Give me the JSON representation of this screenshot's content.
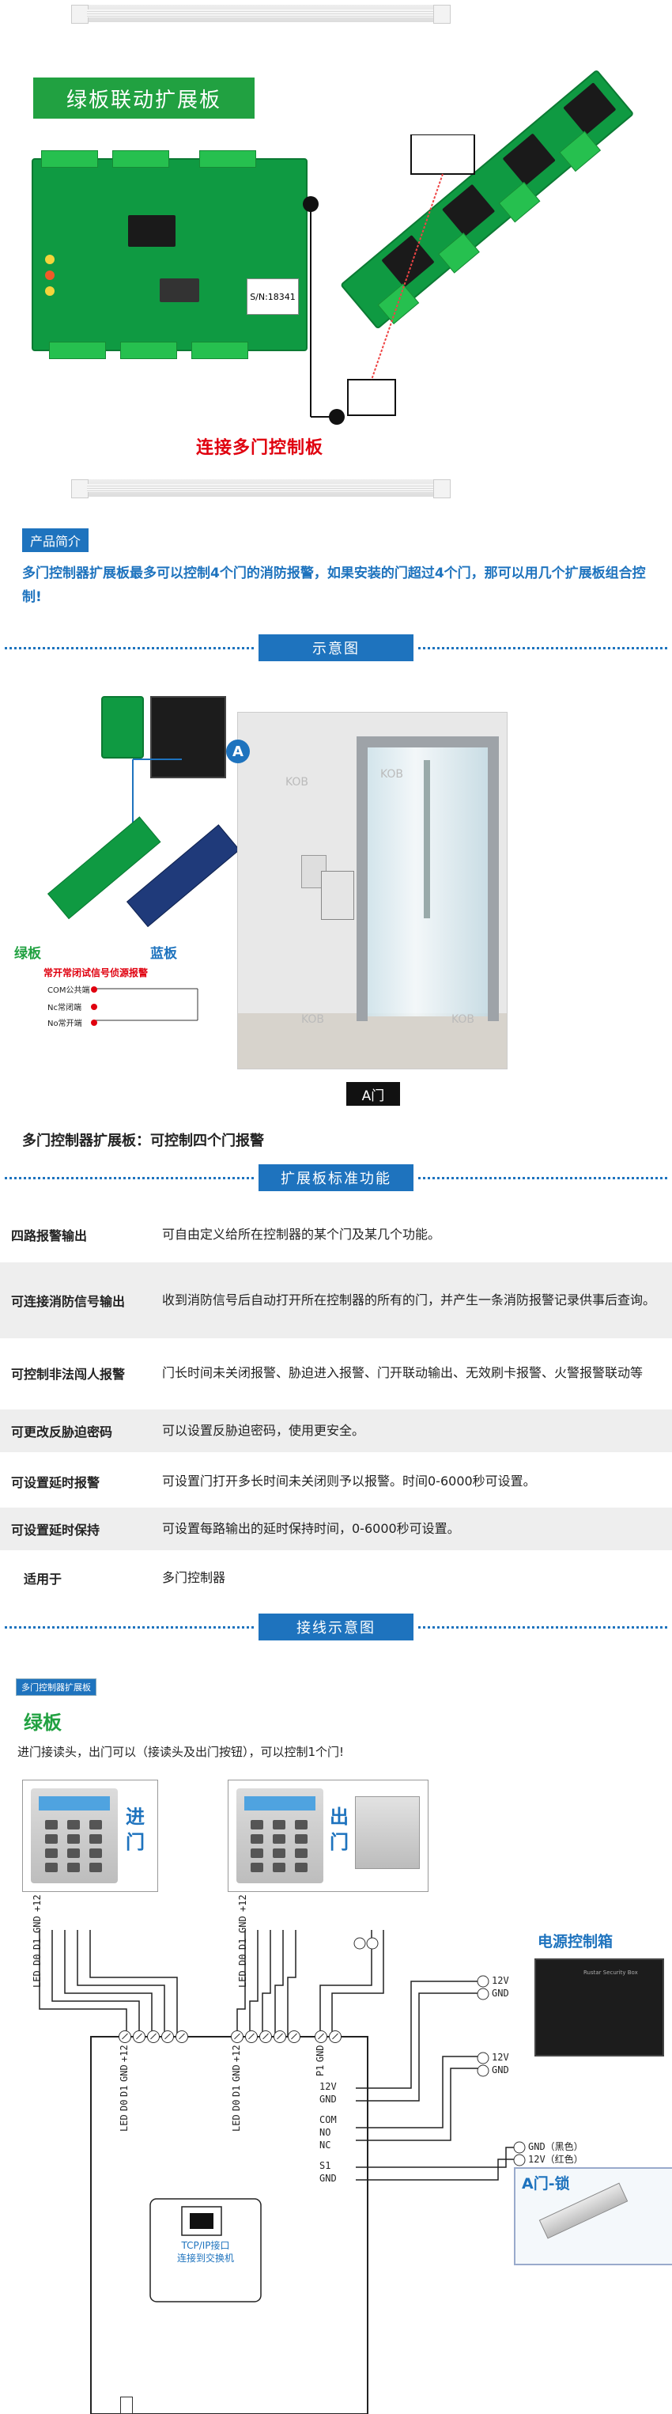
{
  "top_section": {
    "title": "绿板联动扩展板",
    "board_serial": "S/N:18341",
    "connect_label": "连接多门控制板"
  },
  "intro": {
    "tag": "产品简介",
    "text": "多门控制器扩展板最多可以控制4个门的消防报警，如果安装的门超过4个门，那可以用几个扩展板组合控制!"
  },
  "diagram": {
    "band_label": "示意图",
    "green_label": "绿板",
    "blue_label": "蓝板",
    "note_red": "常开常闭试信号侦源报警",
    "com_label": "COM公共端",
    "nc_label": "Nc常闭端",
    "no_label": "No常开端",
    "a_marker": "A",
    "door_caption": "A门",
    "watermark": "KOB",
    "subtitle": "多门控制器扩展板：可控制四个门报警"
  },
  "features": {
    "band_label": "扩展板标准功能",
    "rows": [
      {
        "name": "四路报警输出",
        "desc": "可自由定义给所在控制器的某个门及某几个功能。"
      },
      {
        "name": "可连接消防信号输出",
        "desc": "收到消防信号后自动打开所在控制器的所有的门，并产生一条消防报警记录供事后查询。"
      },
      {
        "name": "可控制非法闯人报警",
        "desc": "门长时间未关闭报警、胁迫进入报警、门开联动输出、无效刷卡报警、火警报警联动等"
      },
      {
        "name": "可更改反胁迫密码",
        "desc": "可以设置反胁迫密码，使用更安全。"
      },
      {
        "name": "可设置延时报警",
        "desc": "可设置门打开多长时间未关闭则予以报警。时间0-6000秒可设置。"
      },
      {
        "name": "可设置延时保持",
        "desc": "可设置每路输出的延时保持时间，0-6000秒可设置。"
      },
      {
        "name": "适用于",
        "desc": "多门控制器"
      }
    ]
  },
  "wiring": {
    "band_label": "接线示意图",
    "tag": "多门控制器扩展板",
    "green_label": "绿板",
    "desc": "进门接读头，出门可以（接读头及出门按钮），可以控制1个门!",
    "in_label": "进门",
    "out_label": "出门",
    "reader_pins": [
      "+12",
      "GND",
      "D1",
      "D0",
      "LED"
    ],
    "board_pins_left": [
      "+12",
      "GND",
      "D1",
      "D0",
      "LED"
    ],
    "board_pins_right": [
      "+12",
      "GND",
      "D1",
      "D0",
      "LED"
    ],
    "button_pins": [
      "GND",
      "P1"
    ],
    "power_box_label": "电源控制箱",
    "psu_pins_1": [
      "12V",
      "GND"
    ],
    "psu_pins_2": [
      "12V",
      "GND"
    ],
    "side_pins": [
      "12V",
      "GND",
      "COM",
      "NO",
      "NC",
      "S1",
      "GND"
    ],
    "lock_wires": [
      "GND（黑色）",
      "12V（红色）"
    ],
    "lock_label": "A门-锁",
    "tcp_label": "TCP/IP接口",
    "tcp_sub": "连接到交换机",
    "psu_brand": "Rustar Security Box"
  },
  "colors": {
    "accent_blue": "#1e73be",
    "brand_green": "#21a141",
    "alert_red": "#e0000f"
  }
}
